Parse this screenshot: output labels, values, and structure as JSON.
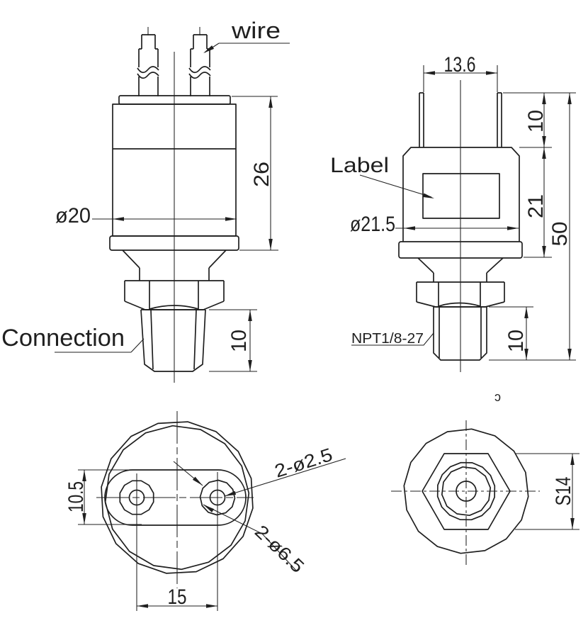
{
  "drawing": {
    "background": "#ffffff",
    "line_color": "#1f1f1f",
    "front_view": {
      "wire_label": "wire",
      "connection_label": "Connection",
      "body_diameter": "ø20",
      "body_height": "26",
      "thread_length": "10"
    },
    "side_view": {
      "connector_width": "13.6",
      "connector_height": "10",
      "label_callout": "Label",
      "body_diameter": "ø21.5",
      "body_height": "21",
      "overall_height": "50",
      "thread_spec": "NPT1/8-27",
      "thread_length": "10"
    },
    "bottom_view": {
      "slot_height": "10.5",
      "terminal_pitch": "15",
      "terminal_holes": "2-ø2.5",
      "boss_holes": "2-ø6.5"
    },
    "hex_view": {
      "wrench_size": "S14"
    },
    "stray_mark": "ɔ"
  }
}
